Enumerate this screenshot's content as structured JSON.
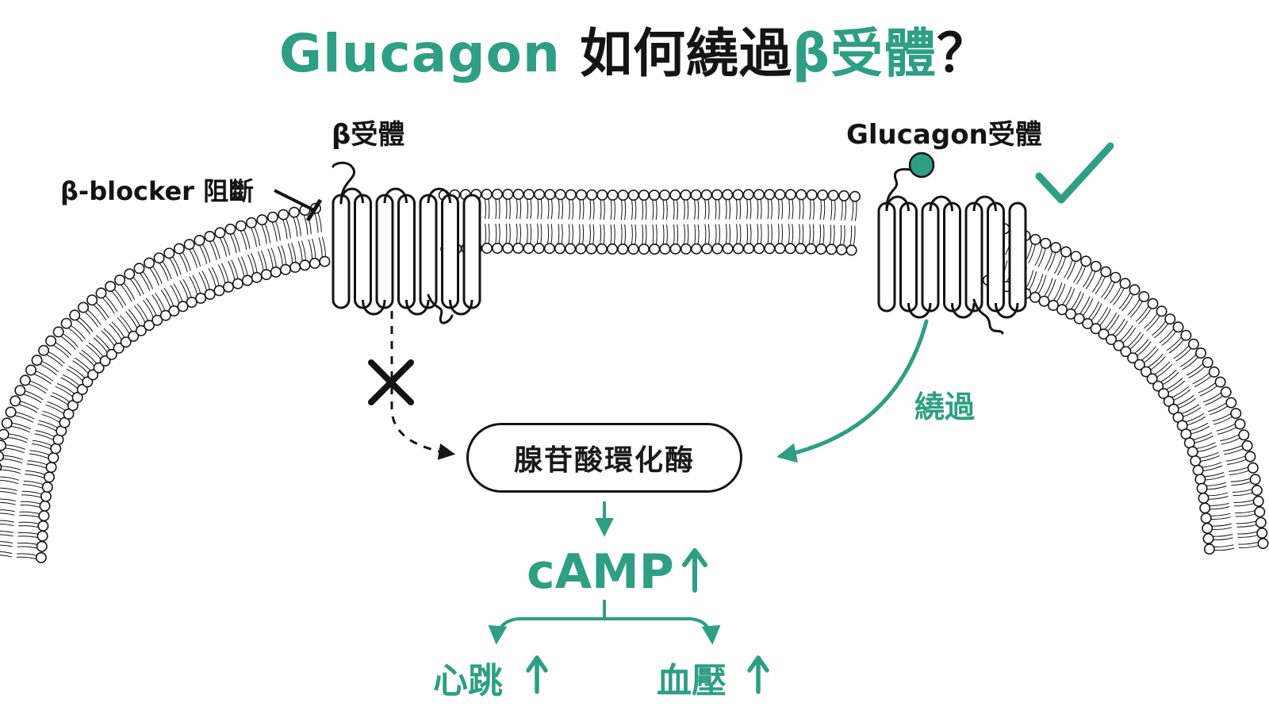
{
  "title": {
    "part1": "Glucagon",
    "part2": " 如何繞過",
    "part3": "β受體",
    "part4": "？"
  },
  "labels": {
    "beta_receptor": "β受體",
    "glucagon_receptor": "Glucagon受體",
    "beta_blocker": "β-blocker 阻斷",
    "bypass": "繞過",
    "enzyme": "腺苷酸環化酶",
    "camp": "cAMP",
    "heart_rate": "心跳",
    "blood_pressure": "血壓"
  },
  "symbols": {
    "up_arrow": "↑",
    "blocked_mark": "cross-mark-icon",
    "success_mark": "check-mark-icon"
  },
  "colors": {
    "accent": "#2e9e84",
    "dark": "#141414"
  }
}
